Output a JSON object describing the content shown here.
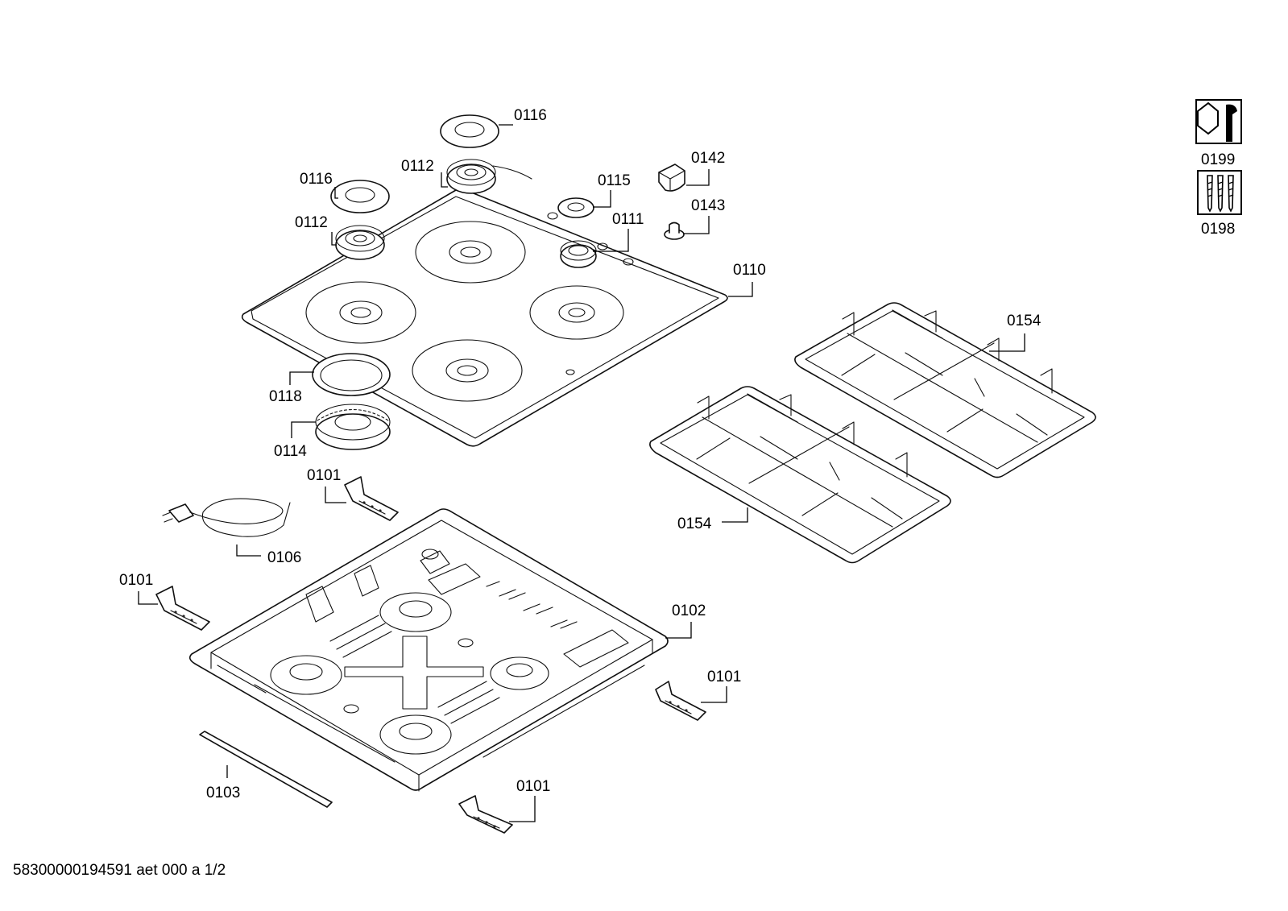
{
  "labels": {
    "top_ring_0116": "0116",
    "left_ring_0116": "0116",
    "top_burner_0112": "0112",
    "left_burner_0112": "0112",
    "small_cap_0115": "0115",
    "small_burner_0111": "0111",
    "knob_0142": "0142",
    "knob_base_0143": "0143",
    "hob_top_0110": "0110",
    "cap_ring_0118": "0118",
    "burner_body_0114": "0114",
    "right_grate_0154": "0154",
    "left_grate_0154": "0154",
    "bracket_top_0101": "0101",
    "cable_0106": "0106",
    "bracket_left_0101": "0101",
    "housing_0102": "0102",
    "bracket_right_0101": "0101",
    "seal_strip_0103": "0103",
    "bracket_bottom_0101": "0101",
    "tool_icon_0199": "0199",
    "screws_icon_0198": "0198"
  },
  "footer": {
    "document_id": "58300000194591 aet 000 a 1/2"
  },
  "icons": {
    "tool": "wrench-nut-icon",
    "screws": "screws-icon"
  }
}
